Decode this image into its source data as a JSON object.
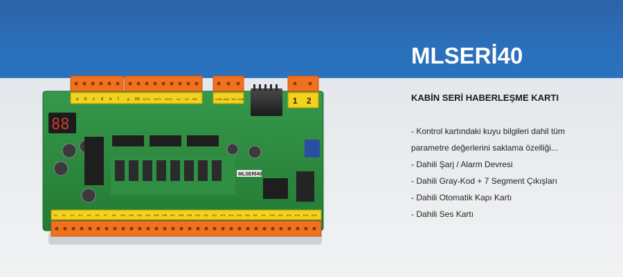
{
  "product": {
    "title": "MLSERİ40",
    "subtitle": "KABİN SERİ HABERLEŞME KARTI",
    "features": [
      "- Kontrol kartındaki kuyu bilgileri dahil tüm",
      "parametre değerlerini saklama özelliği...",
      "- Dahili Şarj / Alarm Devresi",
      "- Dahili Gray-Kod + 7 Segment Çıkışları",
      "- Dahili Otomatik Kapı Kartı",
      "- Dahili Ses Kartı"
    ]
  },
  "board": {
    "silkscreen_label": "MLSERİ40",
    "display_digits": "88",
    "terminal_numbers": [
      "1",
      "2"
    ],
    "top_terminal_labels": [
      "a",
      "b",
      "c",
      "d",
      "e",
      "f",
      "g",
      "EB",
      "OUT1",
      "OUT2",
      "OUT3",
      "+12",
      "+12",
      "REL",
      "COM",
      "1000",
      "100",
      "COM"
    ],
    "bottom_terminal_labels": [
      "K1",
      "K2",
      "K3",
      "K4",
      "K5",
      "K6",
      "K7",
      "K8",
      "X01",
      "X02",
      "X03",
      "X04",
      "X05",
      "X06",
      "X07",
      "X08",
      "X09",
      "X10",
      "X11",
      "X12",
      "X13",
      "X14",
      "X15",
      "X16",
      "K8",
      "K9",
      "K10",
      "K11",
      "K12",
      "K13",
      "K14",
      "K15"
    ]
  },
  "colors": {
    "band_blue": "#2b6fb9",
    "pcb_green": "#2c8a3c",
    "terminal_orange": "#f0701e",
    "label_yellow": "#f4d21c"
  }
}
